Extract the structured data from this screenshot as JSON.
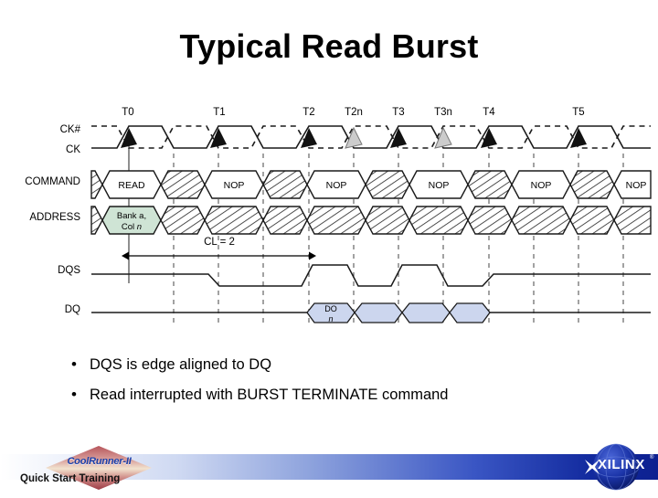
{
  "slide": {
    "title": "Typical Read Burst"
  },
  "diagram": {
    "row_labels": [
      "CK#",
      "CK",
      "COMMAND",
      "ADDRESS",
      "DQS",
      "DQ"
    ],
    "clock_ticks": [
      "T0",
      "T1",
      "T2",
      "T2n",
      "T3",
      "T3n",
      "T4",
      "T5"
    ],
    "command_cells": [
      "READ",
      "NOP",
      "NOP",
      "NOP",
      "NOP",
      "NOP"
    ],
    "address_cell": {
      "line1": "Bank a,",
      "line2_prefix": "Col ",
      "line2_italic": "n",
      "fill": "#cfe4d5"
    },
    "dq_cell": {
      "line1": "DO",
      "line2_italic": "n",
      "fill": "#ccd6ee"
    },
    "latency_annotation": "CL = 2",
    "colors": {
      "waveform": "#1a1a1a",
      "marker_line": "#8f8f8f",
      "gridline": "#444444",
      "address_fill": "#cfe4d5",
      "dq_fill": "#ccd6ee",
      "hatch": "#222222"
    }
  },
  "bullets": [
    {
      "marker": "•",
      "text": "DQS is edge aligned to DQ"
    },
    {
      "marker": "•",
      "text": "Read interrupted with BURST TERMINATE command"
    }
  ],
  "footer": {
    "product_logo": "CoolRunner-II",
    "course_label": "Quick Start Training",
    "company_logo": "XILINX",
    "registered_mark": "®",
    "brand_color": "#1c3fa8",
    "bar_color": "#0d2090"
  }
}
